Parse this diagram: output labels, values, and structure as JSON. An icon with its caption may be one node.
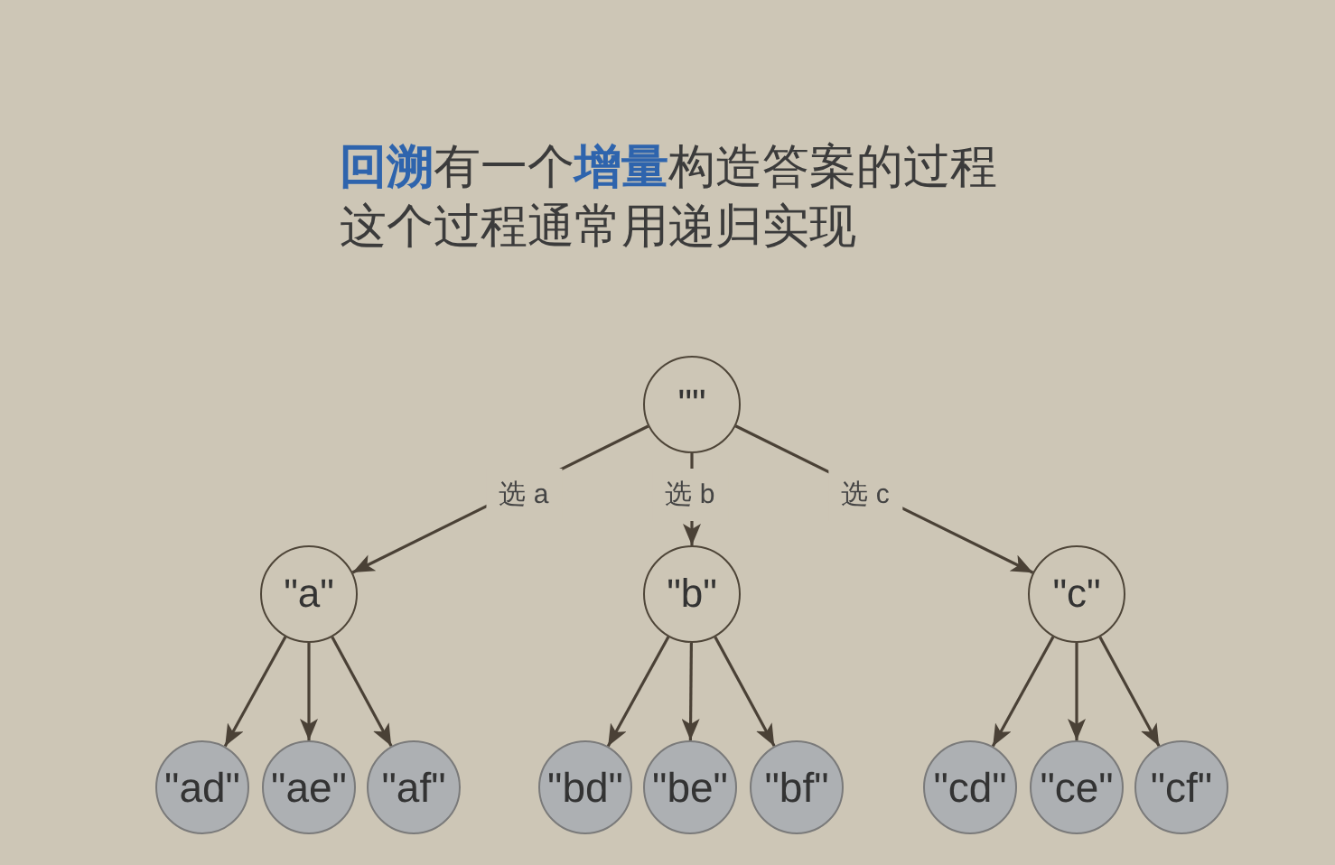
{
  "diagram": {
    "title": "**回溯**有一个**增量**构造答案的过程这个过程通常用递归实现",
    "nodes": [
      {
        "text": [
          "\"\""
        ]
      },
      {
        "text": [
          "\"a\""
        ]
      },
      {
        "text": [
          "\"b\""
        ]
      },
      {
        "text": [
          "\"c\""
        ]
      },
      {
        "text": [
          "\"ad\""
        ]
      },
      {
        "text": [
          "\"ae\""
        ]
      },
      {
        "text": [
          "\"af\""
        ]
      },
      {
        "text": [
          "\"bd\""
        ]
      },
      {
        "text": [
          "\"be\""
        ]
      },
      {
        "text": [
          "\"bf\""
        ]
      },
      {
        "text": [
          "\"cd\""
        ]
      },
      {
        "text": [
          "\"ce\""
        ]
      },
      {
        "text": [
          "\"cf\""
        ]
      }
    ],
    "edges": [
      {
        "from": 0,
        "to": 1,
        "arrow": "to",
        "label": "选 a"
      },
      {
        "from": 0,
        "to": 2,
        "arrow": "to",
        "label": "选 b"
      },
      {
        "from": 0,
        "to": 3,
        "arrow": "to",
        "label": "选 c"
      },
      {
        "from": 1,
        "to": 4,
        "arrow": "to"
      },
      {
        "from": 1,
        "to": 5,
        "arrow": "to"
      },
      {
        "from": 1,
        "to": 6,
        "arrow": "to"
      },
      {
        "from": 2,
        "to": 7,
        "arrow": "to"
      },
      {
        "from": 2,
        "to": 8,
        "arrow": "to"
      },
      {
        "from": 2,
        "to": 9,
        "arrow": "to"
      },
      {
        "from": 3,
        "to": 10,
        "arrow": "to"
      },
      {
        "from": 3,
        "to": 11,
        "arrow": "to"
      },
      {
        "from": 3,
        "to": 12,
        "arrow": "to"
      }
    ]
  }
}
